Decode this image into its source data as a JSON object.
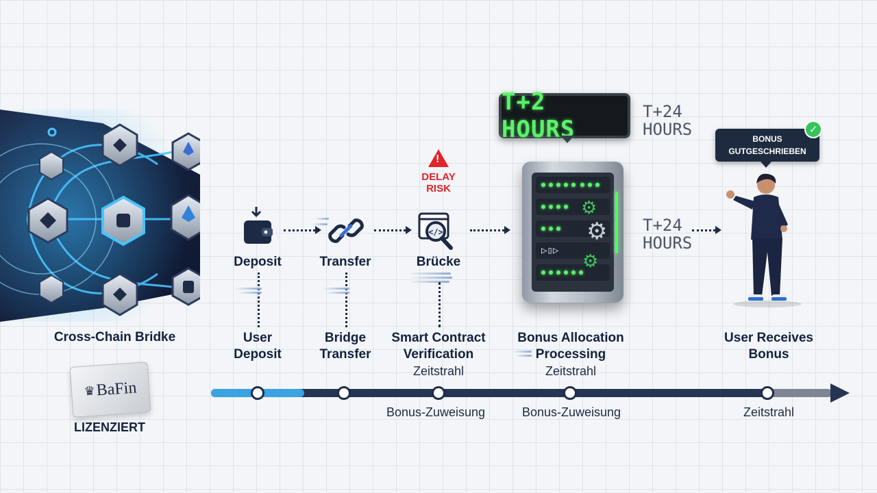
{
  "left_panel": {
    "caption": "Cross-Chain Bridke"
  },
  "bafin": {
    "logo_text": "BaFin",
    "status": "LIZENZIERT"
  },
  "steps": [
    {
      "icon": "wallet-icon",
      "label": "Deposit",
      "caption_line1": "User",
      "caption_line2": "Deposit",
      "caption_line3": ""
    },
    {
      "icon": "chain-link-icon",
      "label": "Transfer",
      "caption_line1": "Bridge",
      "caption_line2": "Transfer",
      "caption_line3": ""
    },
    {
      "icon": "code-magnifier-icon",
      "label": "Brücke",
      "caption_line1": "Smart Contract",
      "caption_line2": "Verification",
      "caption_line3": "Zeitstrahl"
    }
  ],
  "delay_risk": {
    "line1": "DELAY",
    "line2": "RISK",
    "icon": "warning-icon",
    "color": "#e0242a"
  },
  "server_stage": {
    "lcd_text": "T+2 HOURS",
    "lcd_side_line1": "T+24",
    "lcd_side_line2": "HOURS",
    "caption_line1": "Bonus Allocation",
    "caption_line2": "Processing",
    "caption_line3": "Zeitstrahl"
  },
  "arrow_after_server": {
    "line1": "T+24",
    "line2": "HOURS"
  },
  "receiver": {
    "tag_line1": "BONUS",
    "tag_line2": "GUTGESCHRIEBEN",
    "caption_line1": "User Receives",
    "caption_line2": "Bonus"
  },
  "timeline": {
    "labels": [
      "Bonus-Zuweisung",
      "Bonus-Zuweisung",
      "Zeitstrahl"
    ],
    "progress_fraction": 0.15,
    "colors": {
      "track": "#253453",
      "progress": "#3aa3e0"
    }
  }
}
